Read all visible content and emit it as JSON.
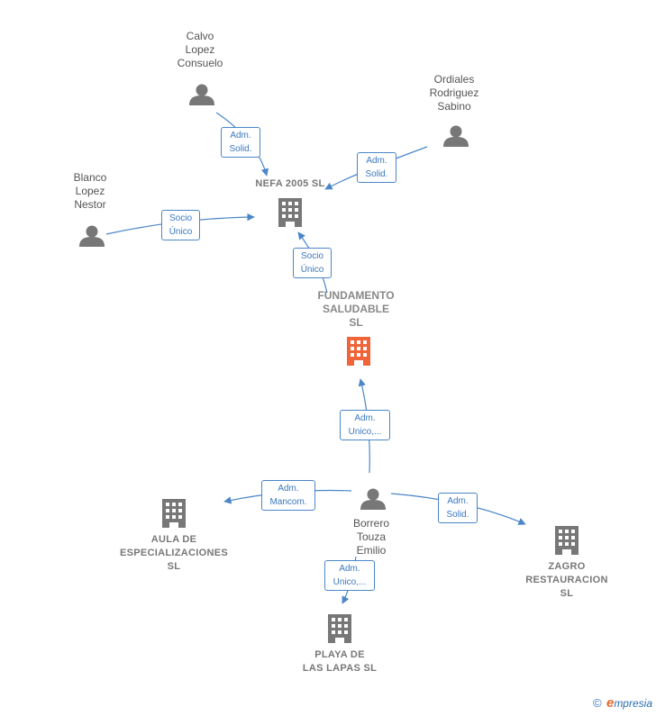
{
  "nodes": {
    "calvo": {
      "label_lines": [
        "Calvo",
        "Lopez",
        "Consuelo"
      ],
      "type": "person"
    },
    "ordiales": {
      "label_lines": [
        "Ordiales",
        "Rodriguez",
        "Sabino"
      ],
      "type": "person"
    },
    "blanco": {
      "label_lines": [
        "Blanco",
        "Lopez",
        "Nestor"
      ],
      "type": "person"
    },
    "nefa": {
      "label_lines": [
        "NEFA 2005  SL"
      ],
      "type": "company"
    },
    "fundamento": {
      "label_lines": [
        "FUNDAMENTO",
        "SALUDABLE",
        "SL"
      ],
      "type": "main-company"
    },
    "borrero": {
      "label_lines": [
        "Borrero",
        "Touza",
        "Emilio"
      ],
      "type": "person"
    },
    "aula": {
      "label_lines": [
        "AULA DE",
        "ESPECIALIZACIONES",
        "SL"
      ],
      "type": "company"
    },
    "zagro": {
      "label_lines": [
        "ZAGRO",
        "RESTAURACION",
        "SL"
      ],
      "type": "company"
    },
    "playa": {
      "label_lines": [
        "PLAYA DE",
        "LAS LAPAS  SL"
      ],
      "type": "company"
    }
  },
  "edges": {
    "calvo_nefa": {
      "lines": [
        "Adm.",
        "Solid."
      ]
    },
    "ordiales_nefa": {
      "lines": [
        "Adm.",
        "Solid."
      ]
    },
    "blanco_nefa": {
      "lines": [
        "Socio",
        "Único"
      ]
    },
    "fundamento_nefa": {
      "lines": [
        "Socio",
        "Único"
      ]
    },
    "borrero_fundamento": {
      "lines": [
        "Adm.",
        "Unico,..."
      ]
    },
    "borrero_aula": {
      "lines": [
        "Adm.",
        "Mancom."
      ]
    },
    "borrero_zagro": {
      "lines": [
        "Adm.",
        "Solid."
      ]
    },
    "borrero_playa": {
      "lines": [
        "Adm.",
        "Unico,..."
      ]
    }
  },
  "colors": {
    "person": "#777777",
    "company": "#777777",
    "main_company": "#f0643a",
    "edge": "#4a86c8"
  },
  "footer": {
    "copyright": "©",
    "brand_initial": "e",
    "brand_rest": "mpresia"
  }
}
